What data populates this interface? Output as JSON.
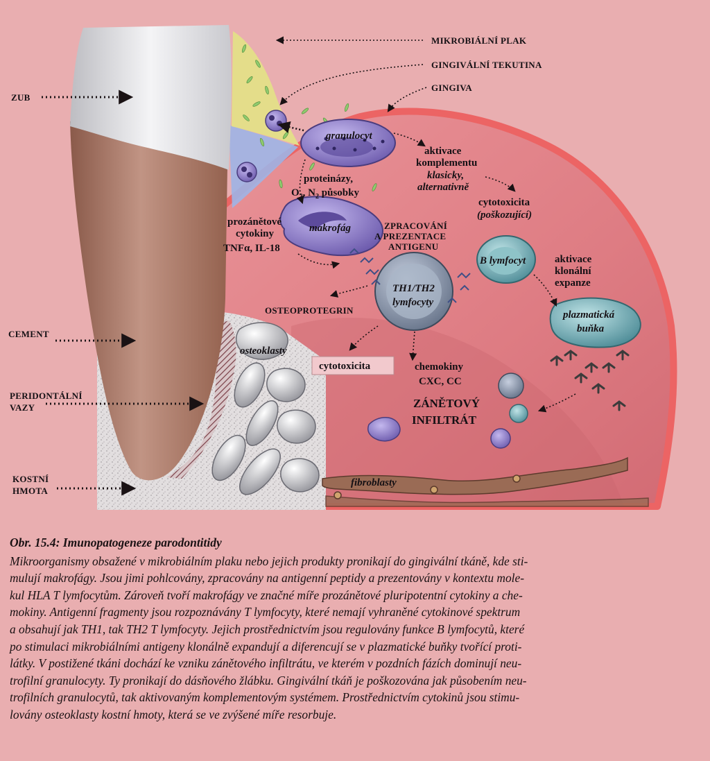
{
  "labels": {
    "mikrobialni_plak": "MIKROBIÁLNÍ PLAK",
    "gingivalni_tekutina": "GINGIVÁLNÍ TEKUTINA",
    "gingiva": "GINGIVA",
    "zub": "ZUB",
    "cement": "CEMENT",
    "peridontalni_vazy": [
      "PERIDONTÁLNÍ",
      "VAZY"
    ],
    "kostni_hmota": [
      "KOSTNÍ",
      "HMOTA"
    ],
    "granulocyt": "granulocyt",
    "proteinazy": "proteinázy,",
    "o2_n2_prefix": "O",
    "o2_n2_mid": ", N",
    "o2_n2_suffix": " působky",
    "sub2": "2",
    "aktivace_komplementu": [
      "aktivace",
      "komplementu"
    ],
    "klasicky_alternativne": [
      "klasicky,",
      "alternativně"
    ],
    "cytotoxicita_poskozujici": [
      "cytotoxicita",
      "(poškozující)"
    ],
    "prozanetove_cytokiny": [
      "prozánětové",
      "cytokiny"
    ],
    "tnf_line": "TNFα, IL-18",
    "makrofag": "makrofág",
    "zpracovani": [
      "ZPRACOVÁNÍ",
      "A PREZENTACE",
      "ANTIGENU"
    ],
    "b_lymfocyt": "B lymfocyt",
    "aktivace_klonalni": [
      "aktivace",
      "klonální",
      "expanze"
    ],
    "th_lymfocyty": [
      "TH1/TH2",
      "lymfocyty"
    ],
    "osteoprotegrin": "OSTEOPROTEGRIN",
    "plazmaticka_bunka": [
      "plazmatická",
      "buňka"
    ],
    "osteoklasty": "osteoklasty",
    "cytotoxicita": "cytotoxicita",
    "chemokiny": [
      "chemokiny",
      "CXC, CC"
    ],
    "zanetovy_infiltrat": [
      "ZÁNĚTOVÝ",
      "INFILTRÁT"
    ],
    "fibroblasty": "fibroblasty"
  },
  "caption": {
    "title": "Obr. 15.4: Imunopatogeneze parodontitidy",
    "lines": [
      "Mikroorganismy obsažené v mikrobiálním plaku nebo jejich produkty pronikají do gingivální tkáně, kde sti-",
      "mulují makrofágy. Jsou jimi pohlcovány, zpracovány na antigenní peptidy a prezentovány v kontextu mole-",
      "kul HLA T lymfocytům. Zároveň tvoří makrofágy ve značné míře prozánětové pluripotentní cytokiny a che-",
      "mokiny. Antigenní fragmenty jsou rozpoznávány T lymfocyty, které nemají vyhraněné cytokinové spektrum",
      "a obsahují jak TH1, tak TH2 T lymfocyty. Jejich prostřednictvím jsou regulovány funkce B lymfocytů, které",
      "po stimulaci mikrobiálními antigeny klonálně expandují a diferencují se v plazmatické buňky tvořící proti-",
      "látky. V postižené tkáni dochází ke vzniku zánětového infiltrátu, ve kterém v pozdních fázích dominují neu-",
      "trofilní granulocyty. Ty pronikají do dásňového žlábku. Gingivální tkáň je poškozována jak působením neu-",
      "trofilních granulocytů, tak aktivovaným komplementovým systémem. Prostřednictvím cytokinů jsou stimu-",
      "lovány osteoklasty kostní hmoty, která se ve zvýšené míře resorbuje."
    ]
  },
  "colors": {
    "page_background": "#e9aeb0",
    "gingiva": "#e27f86",
    "gingiva_edge": "#ec6a6a",
    "tooth_crown": "#e8e8ea",
    "tooth_root": "#a9786a",
    "plaque": "#e4dd8a",
    "bone": "#d9d5d6",
    "granulocyte": "#8c7cc8",
    "macrophage": "#9b8ad6",
    "lymphocyte": "#8a96aa",
    "b_cell": "#7fb2b8",
    "plasma_cell": "#6aa0ab"
  }
}
